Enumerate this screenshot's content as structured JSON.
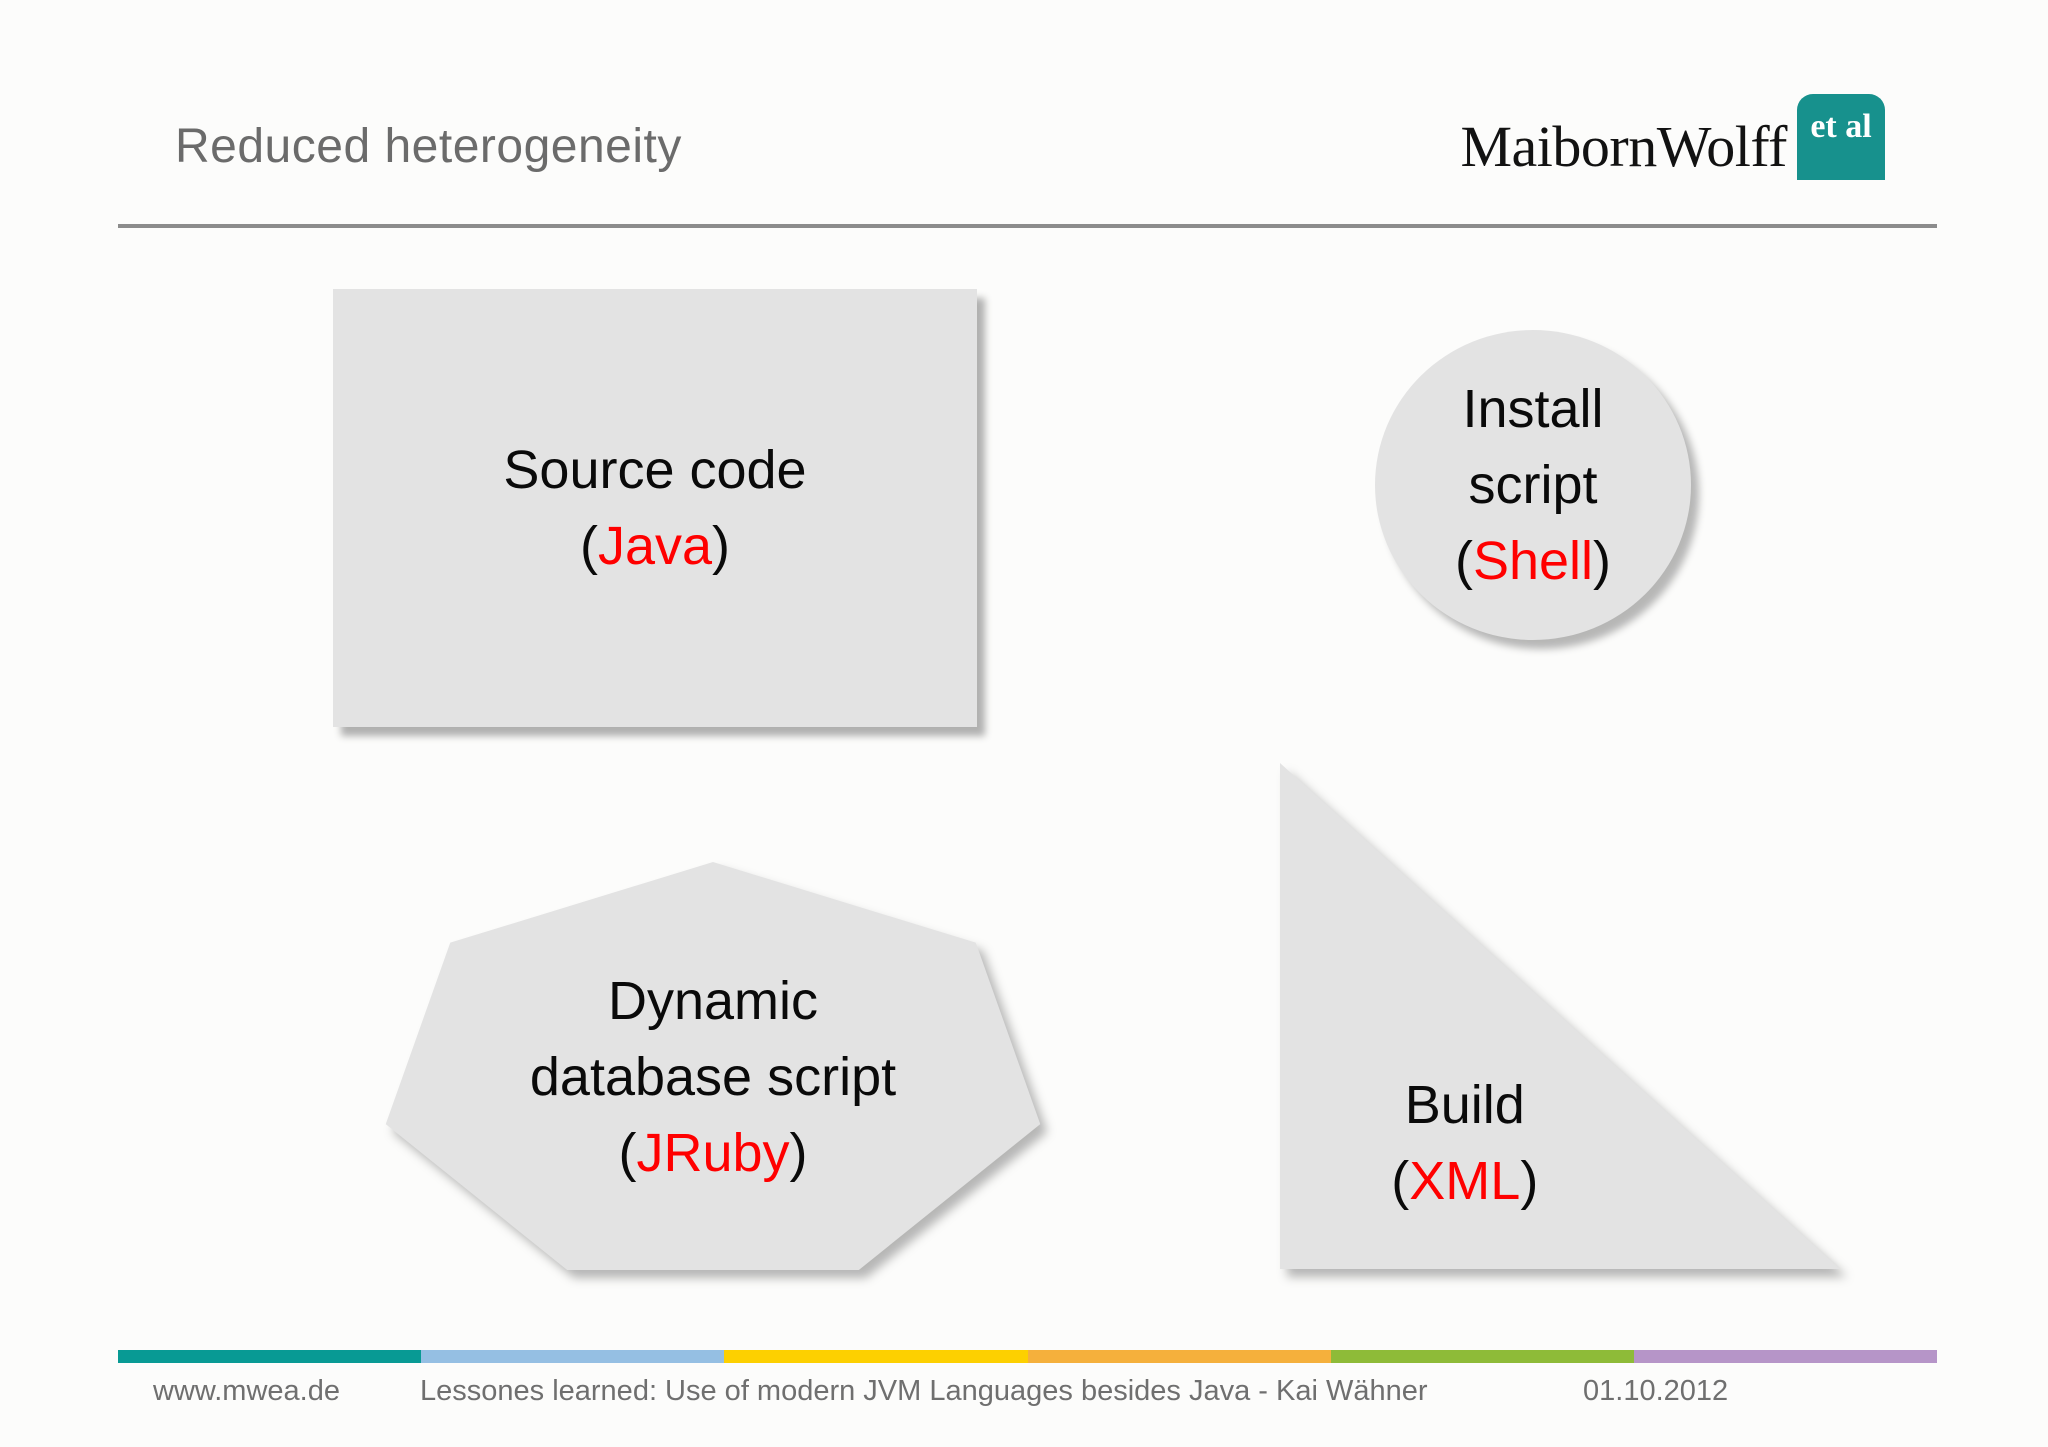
{
  "slide": {
    "title": "Reduced heterogeneity",
    "logo": {
      "brand": "MaibornWolff",
      "badge": "et al"
    },
    "punct": {
      "open": "(",
      "close": ")"
    },
    "shapes": [
      {
        "shape": "rectangle",
        "label_lines": [
          "Source code"
        ],
        "language": "Java"
      },
      {
        "shape": "circle",
        "label_lines": [
          "Install",
          "script"
        ],
        "language": "Shell"
      },
      {
        "shape": "heptagon",
        "label_lines": [
          "Dynamic",
          "database script"
        ],
        "language": "JRuby"
      },
      {
        "shape": "triangle",
        "label_lines": [
          "Build"
        ],
        "language": "XML"
      }
    ],
    "footer": {
      "url": "www.mwea.de",
      "credit": "Lessones learned: Use of modern JVM Languages besides Java - Kai Wähner",
      "date": "01.10.2012",
      "stripe_colors": [
        "#089a94",
        "#95bfe3",
        "#fdd000",
        "#f5b03c",
        "#8ebb38",
        "#b695c8"
      ]
    },
    "colors": {
      "accent_red": "#ff0000",
      "badge_teal": "#17918d",
      "shape_fill": "#e3e3e3",
      "title_gray": "#6b6b6b",
      "rule_gray": "#8c8c8c",
      "footer_text_gray": "#6f6f6f"
    }
  }
}
